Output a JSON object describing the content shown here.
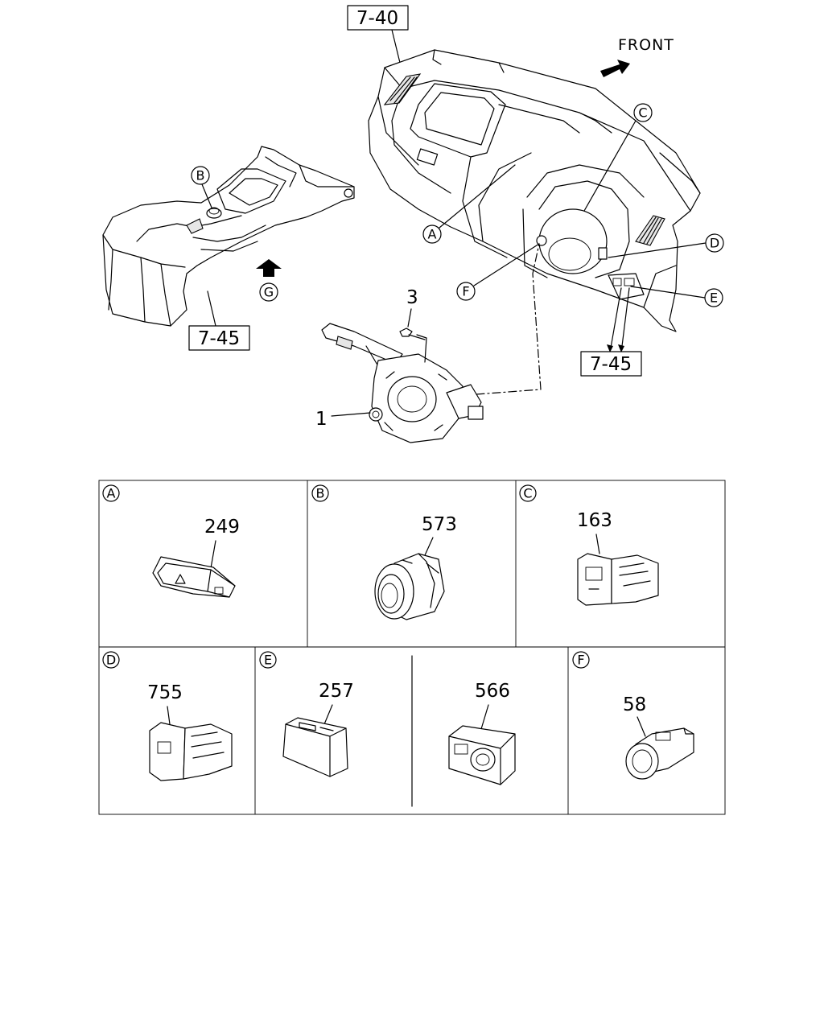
{
  "diagram": {
    "orientation_label": "FRONT",
    "reference_labels": {
      "instrument_panel": "7-40",
      "console": "7-45",
      "panel_switches": "7-45"
    },
    "callouts": {
      "A": "A",
      "B": "B",
      "C": "C",
      "D": "D",
      "E": "E",
      "F": "F",
      "G": "G"
    },
    "part_numbers": {
      "combination_switch": "1",
      "screw": "3"
    },
    "detail_boxes": [
      {
        "letter": "A",
        "part": "249"
      },
      {
        "letter": "B",
        "part": "573"
      },
      {
        "letter": "C",
        "part": "163"
      },
      {
        "letter": "D",
        "part": "755"
      },
      {
        "letter": "E",
        "parts": [
          "257",
          "566"
        ]
      },
      {
        "letter": "F",
        "part": "58"
      }
    ]
  }
}
